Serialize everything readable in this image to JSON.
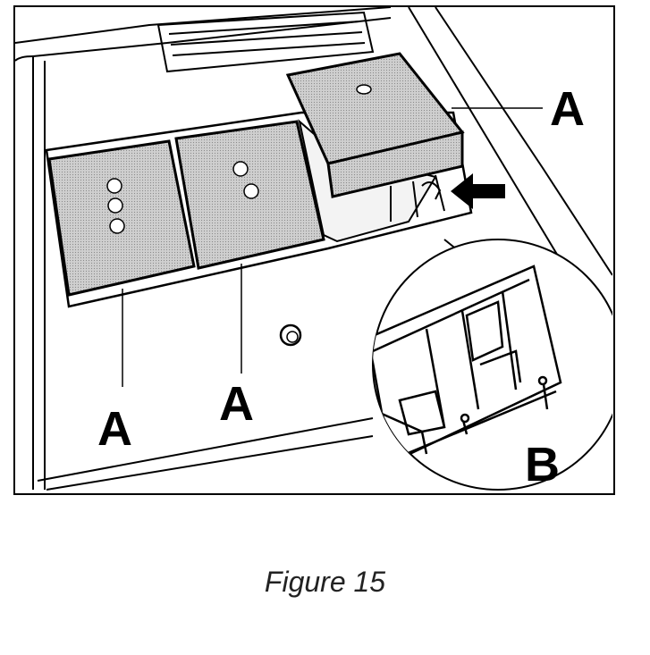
{
  "callouts": {
    "a_top_right": "A",
    "a_bottom_left": "A",
    "a_bottom_center": "A",
    "b": "B"
  },
  "caption": "Figure 15",
  "colors": {
    "line": "#000000",
    "relay_fill": "#c8c8c8",
    "background": "#ffffff"
  }
}
